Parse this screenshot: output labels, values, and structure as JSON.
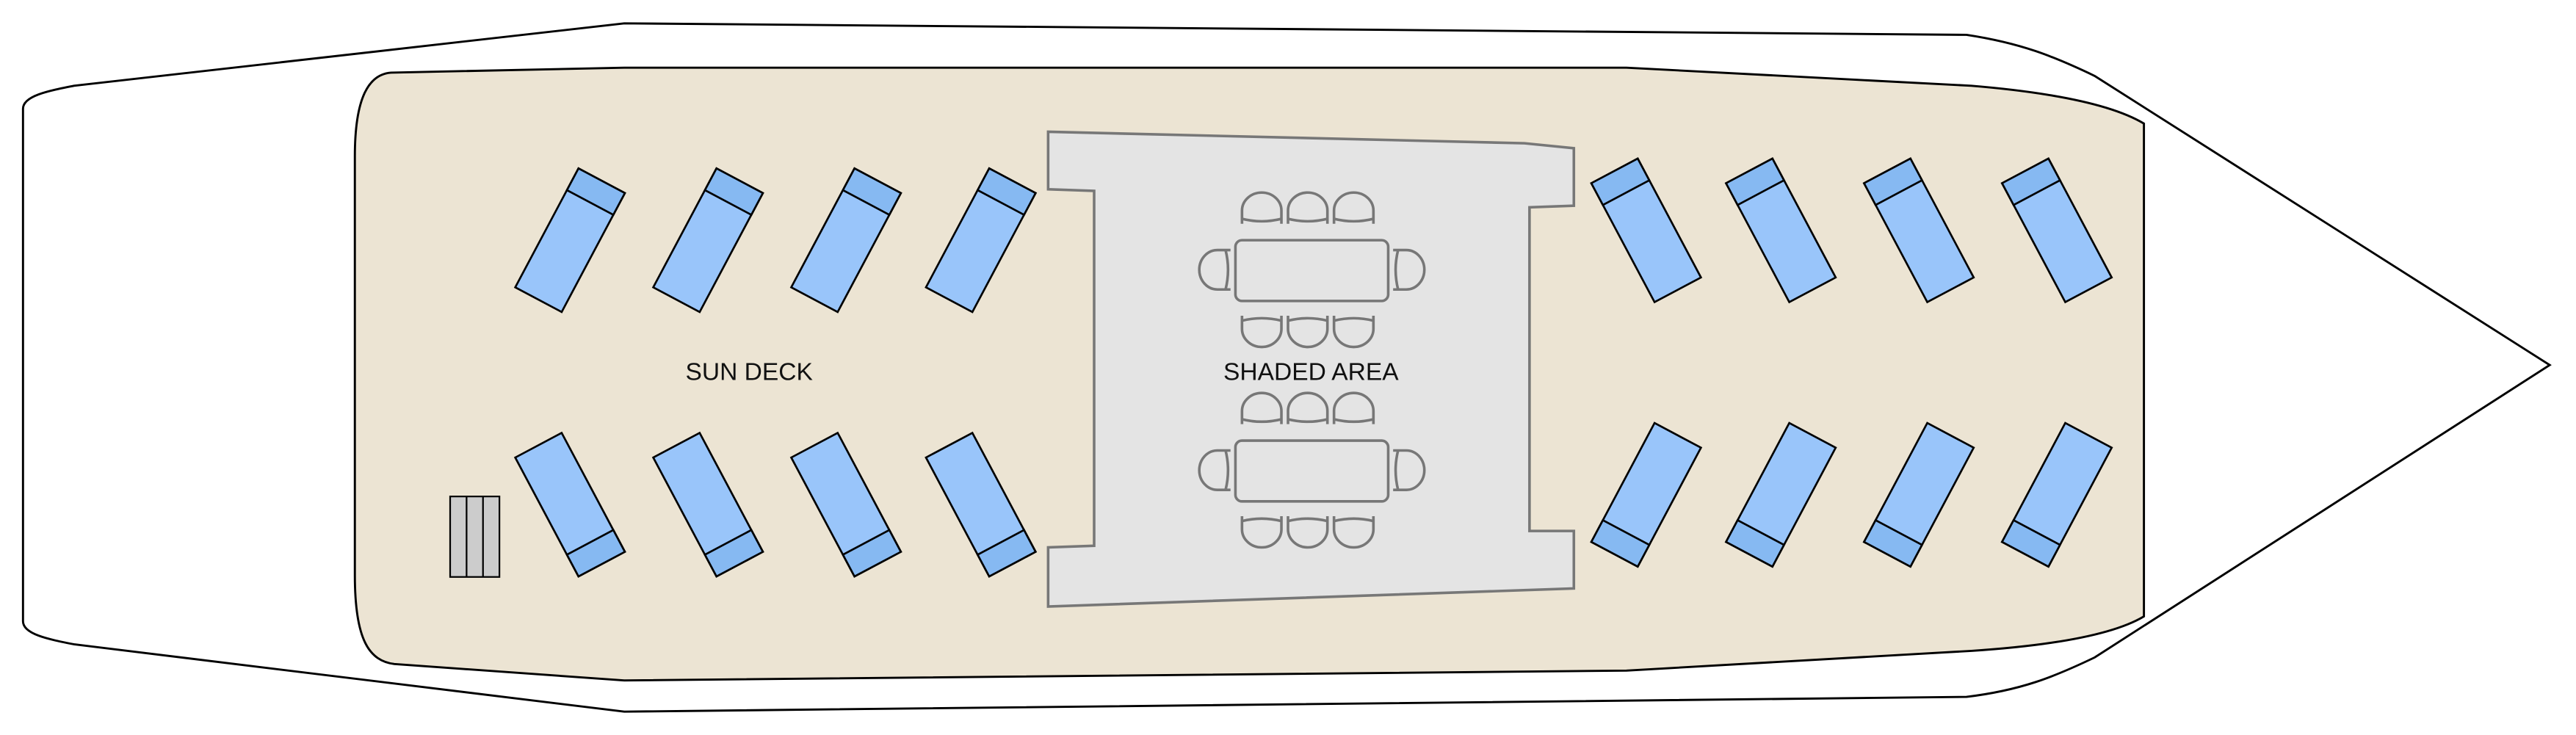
{
  "labels": {
    "sun_deck": "SUN DECK",
    "shaded_area": "SHADED AREA"
  },
  "colors": {
    "hull": "#ffffff",
    "deck": "#ECE4D3",
    "shaded": "#E4E4E4",
    "shaded_stroke": "#777777",
    "lounger": "#99C5FA",
    "lounger_head": "#86B9F2",
    "stairs": "#CCCCCC"
  },
  "counts": {
    "sun_loungers": 16,
    "dining_tables": 2,
    "chairs_per_table": 8
  }
}
